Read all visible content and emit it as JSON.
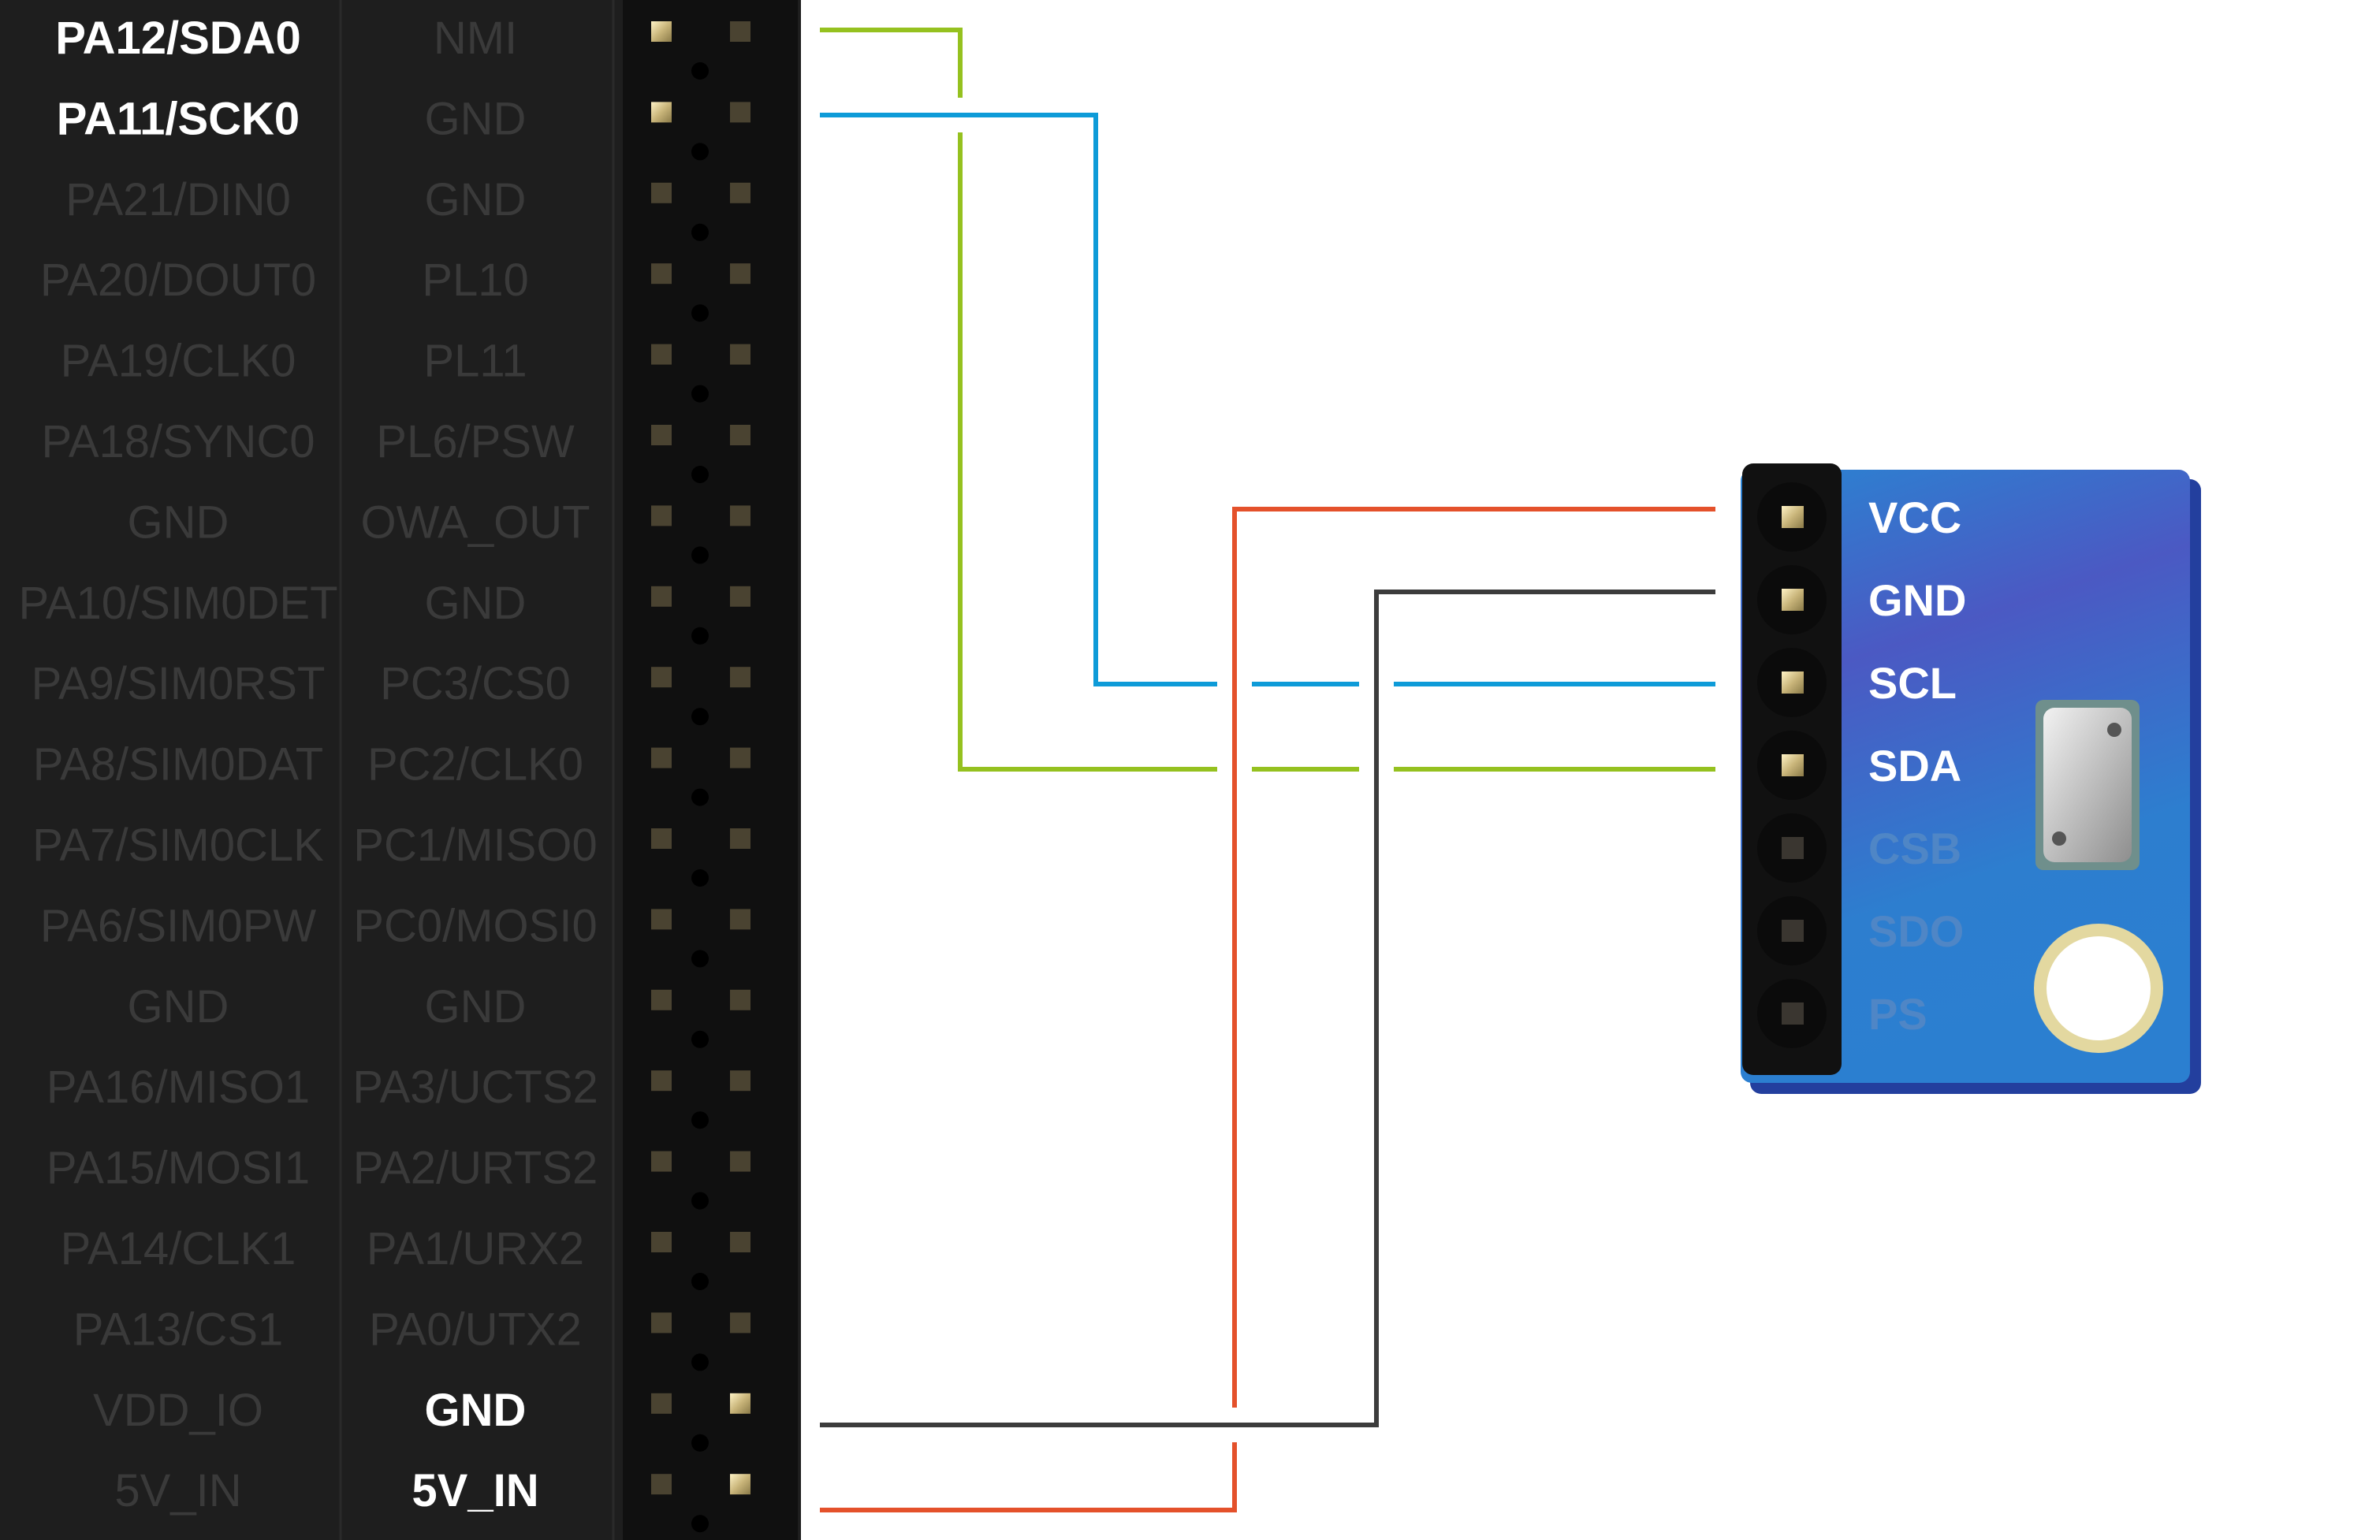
{
  "header": {
    "left_column": [
      "PA12/SDA0",
      "PA11/SCK0",
      "PA21/DIN0",
      "PA20/DOUT0",
      "PA19/CLK0",
      "PA18/SYNC0",
      "GND",
      "PA10/SIM0DET",
      "PA9/SIM0RST",
      "PA8/SIM0DAT",
      "PA7/SIM0CLK",
      "PA6/SIM0PW",
      "GND",
      "PA16/MISO1",
      "PA15/MOSI1",
      "PA14/CLK1",
      "PA13/CS1",
      "VDD_IO",
      "5V_IN"
    ],
    "right_column": [
      "NMI",
      "GND",
      "GND",
      "PL10",
      "PL11",
      "PL6/PSW",
      "OWA_OUT",
      "GND",
      "PC3/CS0",
      "PC2/CLK0",
      "PC1/MISO0",
      "PC0/MOSI0",
      "GND",
      "PA3/UCTS2",
      "PA2/URTS2",
      "PA1/URX2",
      "PA0/UTX2",
      "GND",
      "5V_IN"
    ],
    "active_left": [
      "PA12/SDA0",
      "PA11/SCK0"
    ],
    "active_right": [
      "GND",
      "5V_IN"
    ],
    "active_right_rows": [
      17,
      18
    ]
  },
  "sensor": {
    "pins": [
      "VCC",
      "GND",
      "SCL",
      "SDA",
      "CSB",
      "SDO",
      "PS"
    ],
    "active_pins": [
      "VCC",
      "GND",
      "SCL",
      "SDA"
    ]
  },
  "wires": [
    {
      "from": "PA12/SDA0",
      "to": "SDA",
      "color": "#95c11f"
    },
    {
      "from": "PA11/SCK0",
      "to": "SCL",
      "color": "#0e9bd8"
    },
    {
      "from": "5V_IN",
      "to": "VCC",
      "color": "#e4512b"
    },
    {
      "from": "GND",
      "to": "GND",
      "color": "#3c3c3c"
    }
  ],
  "colors": {
    "header_bg": "#1e1e1e",
    "board_blue": "#2b7fd0",
    "board_violet": "#4b59c3",
    "pad_gold": "#e7d9a6"
  }
}
